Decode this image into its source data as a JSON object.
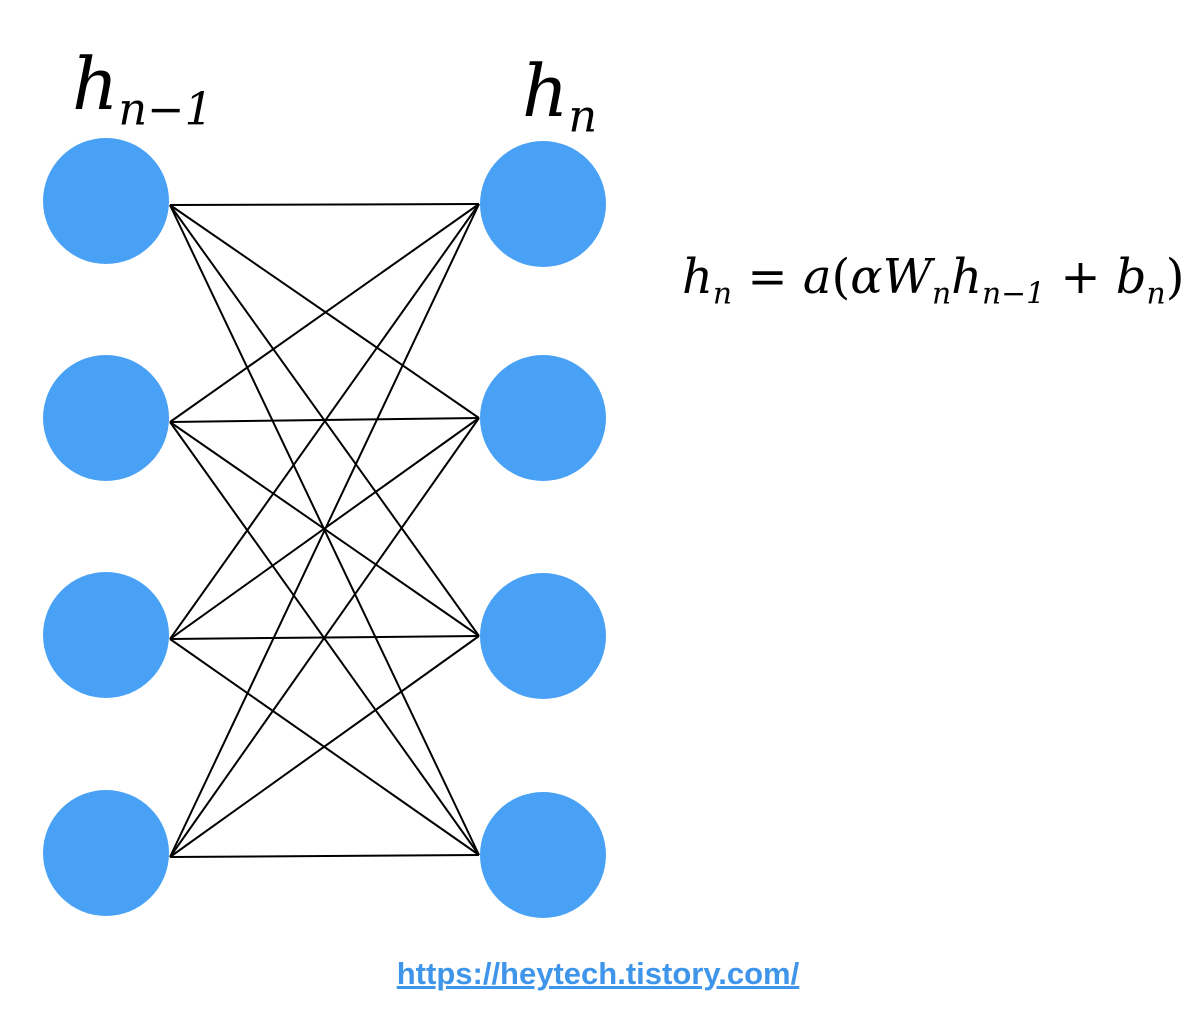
{
  "labels": {
    "prev_layer": {
      "base": "h",
      "sub": "n−1"
    },
    "next_layer": {
      "base": "h",
      "sub": "n"
    }
  },
  "formula": {
    "lhs_base": "h",
    "lhs_sub": "n",
    "equals": " = ",
    "func": "a",
    "open": "(",
    "alpha": "α",
    "w_base": "W",
    "w_sub": "n",
    "h_base": "h",
    "h_sub": "n−1",
    "plus": " + ",
    "b_base": "b",
    "b_sub": "n",
    "close": ")"
  },
  "network": {
    "input_layer_nodes": 4,
    "output_layer_nodes": 4,
    "connectivity": "fully-connected",
    "node_color": "#48a1f5",
    "edge_color": "#000000"
  },
  "watermark": {
    "url": "https://heytech.tistory.com/",
    "color": "#3f95ea"
  }
}
